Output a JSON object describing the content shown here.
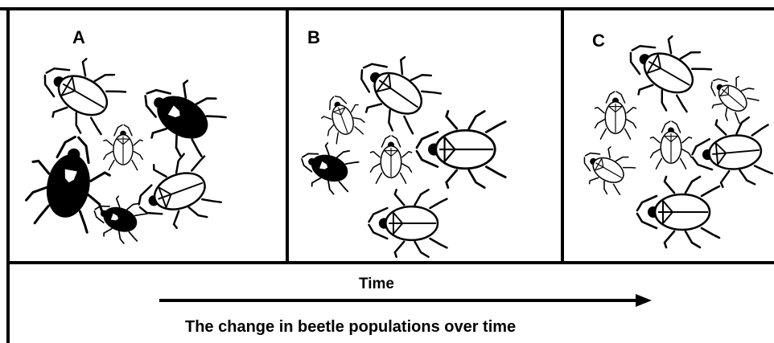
{
  "panels": [
    {
      "label": "A"
    },
    {
      "label": "B"
    },
    {
      "label": "C"
    }
  ],
  "axis_label": "Time",
  "caption": "The change in beetle populations over time",
  "beetles": {
    "A": [
      {
        "kind": "light",
        "color": "white"
      },
      {
        "kind": "dark",
        "color": "black"
      },
      {
        "kind": "light",
        "color": "white"
      },
      {
        "kind": "dark",
        "color": "black"
      },
      {
        "kind": "dark",
        "color": "black"
      },
      {
        "kind": "light",
        "color": "white"
      }
    ],
    "B": [
      {
        "kind": "light",
        "color": "white"
      },
      {
        "kind": "light",
        "color": "white"
      },
      {
        "kind": "dark",
        "color": "black"
      },
      {
        "kind": "light",
        "color": "white"
      },
      {
        "kind": "light",
        "color": "white"
      },
      {
        "kind": "light",
        "color": "white"
      }
    ],
    "C": [
      {
        "kind": "light",
        "color": "white"
      },
      {
        "kind": "light",
        "color": "white"
      },
      {
        "kind": "light",
        "color": "white"
      },
      {
        "kind": "light",
        "color": "white"
      },
      {
        "kind": "light",
        "color": "white"
      },
      {
        "kind": "light",
        "color": "white"
      },
      {
        "kind": "light",
        "color": "white"
      }
    ]
  }
}
